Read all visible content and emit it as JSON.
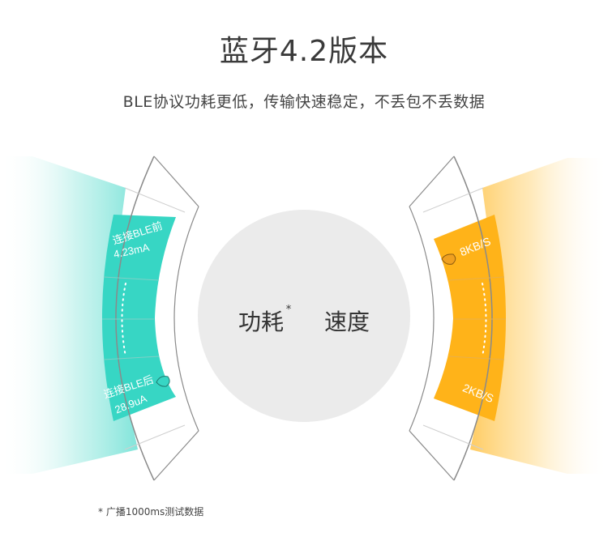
{
  "header": {
    "title": "蓝牙4.2版本",
    "subtitle": "BLE协议功耗更低，传输快速稳定，不丢包不丢数据"
  },
  "center": {
    "power_label": "功耗",
    "power_mark": "*",
    "speed_label": "速度"
  },
  "power_gauge": {
    "top_title": "连接BLE前",
    "top_value": "4.23mA",
    "bottom_title": "连接BLE后",
    "bottom_value": "28.9uA",
    "color": "#3fd9c9"
  },
  "speed_gauge": {
    "top_value": "8KB/S",
    "bottom_value": "2KB/S",
    "color": "#ffb71a"
  },
  "footnote": "* 广播1000ms测试数据"
}
